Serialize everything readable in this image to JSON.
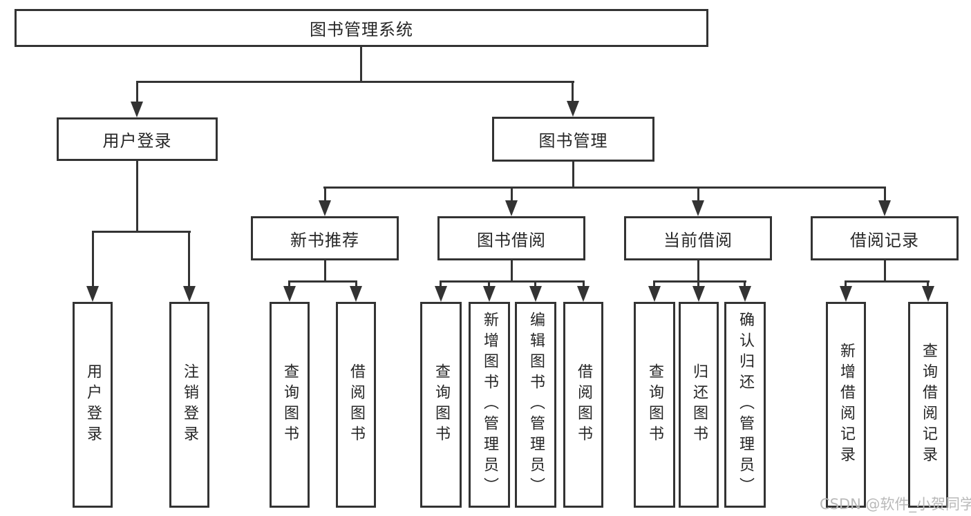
{
  "nodes": {
    "root": "图书管理系统",
    "level2": [
      "用户登录",
      "图书管理"
    ],
    "level3": [
      "新书推荐",
      "图书借阅",
      "当前借阅",
      "借阅记录"
    ],
    "leaves_user_login": [
      "用户登录",
      "注销登录"
    ],
    "leaves_new_books": [
      "查询图书",
      "借阅图书"
    ],
    "leaves_book_borrow": [
      "查询图书",
      "新增图书（管理员）",
      "编辑图书（管理员）",
      "借阅图书"
    ],
    "leaves_current_borrow": [
      "查询图书",
      "归还图书",
      "确认归还（管理员）"
    ],
    "leaves_borrow_records": [
      "新增借阅记录",
      "查询借阅记录"
    ]
  },
  "watermark": "CSDN @软件_小贺同学",
  "colors": {
    "line": "#333333",
    "text": "#262626",
    "watermark": "#b9b9b9"
  }
}
